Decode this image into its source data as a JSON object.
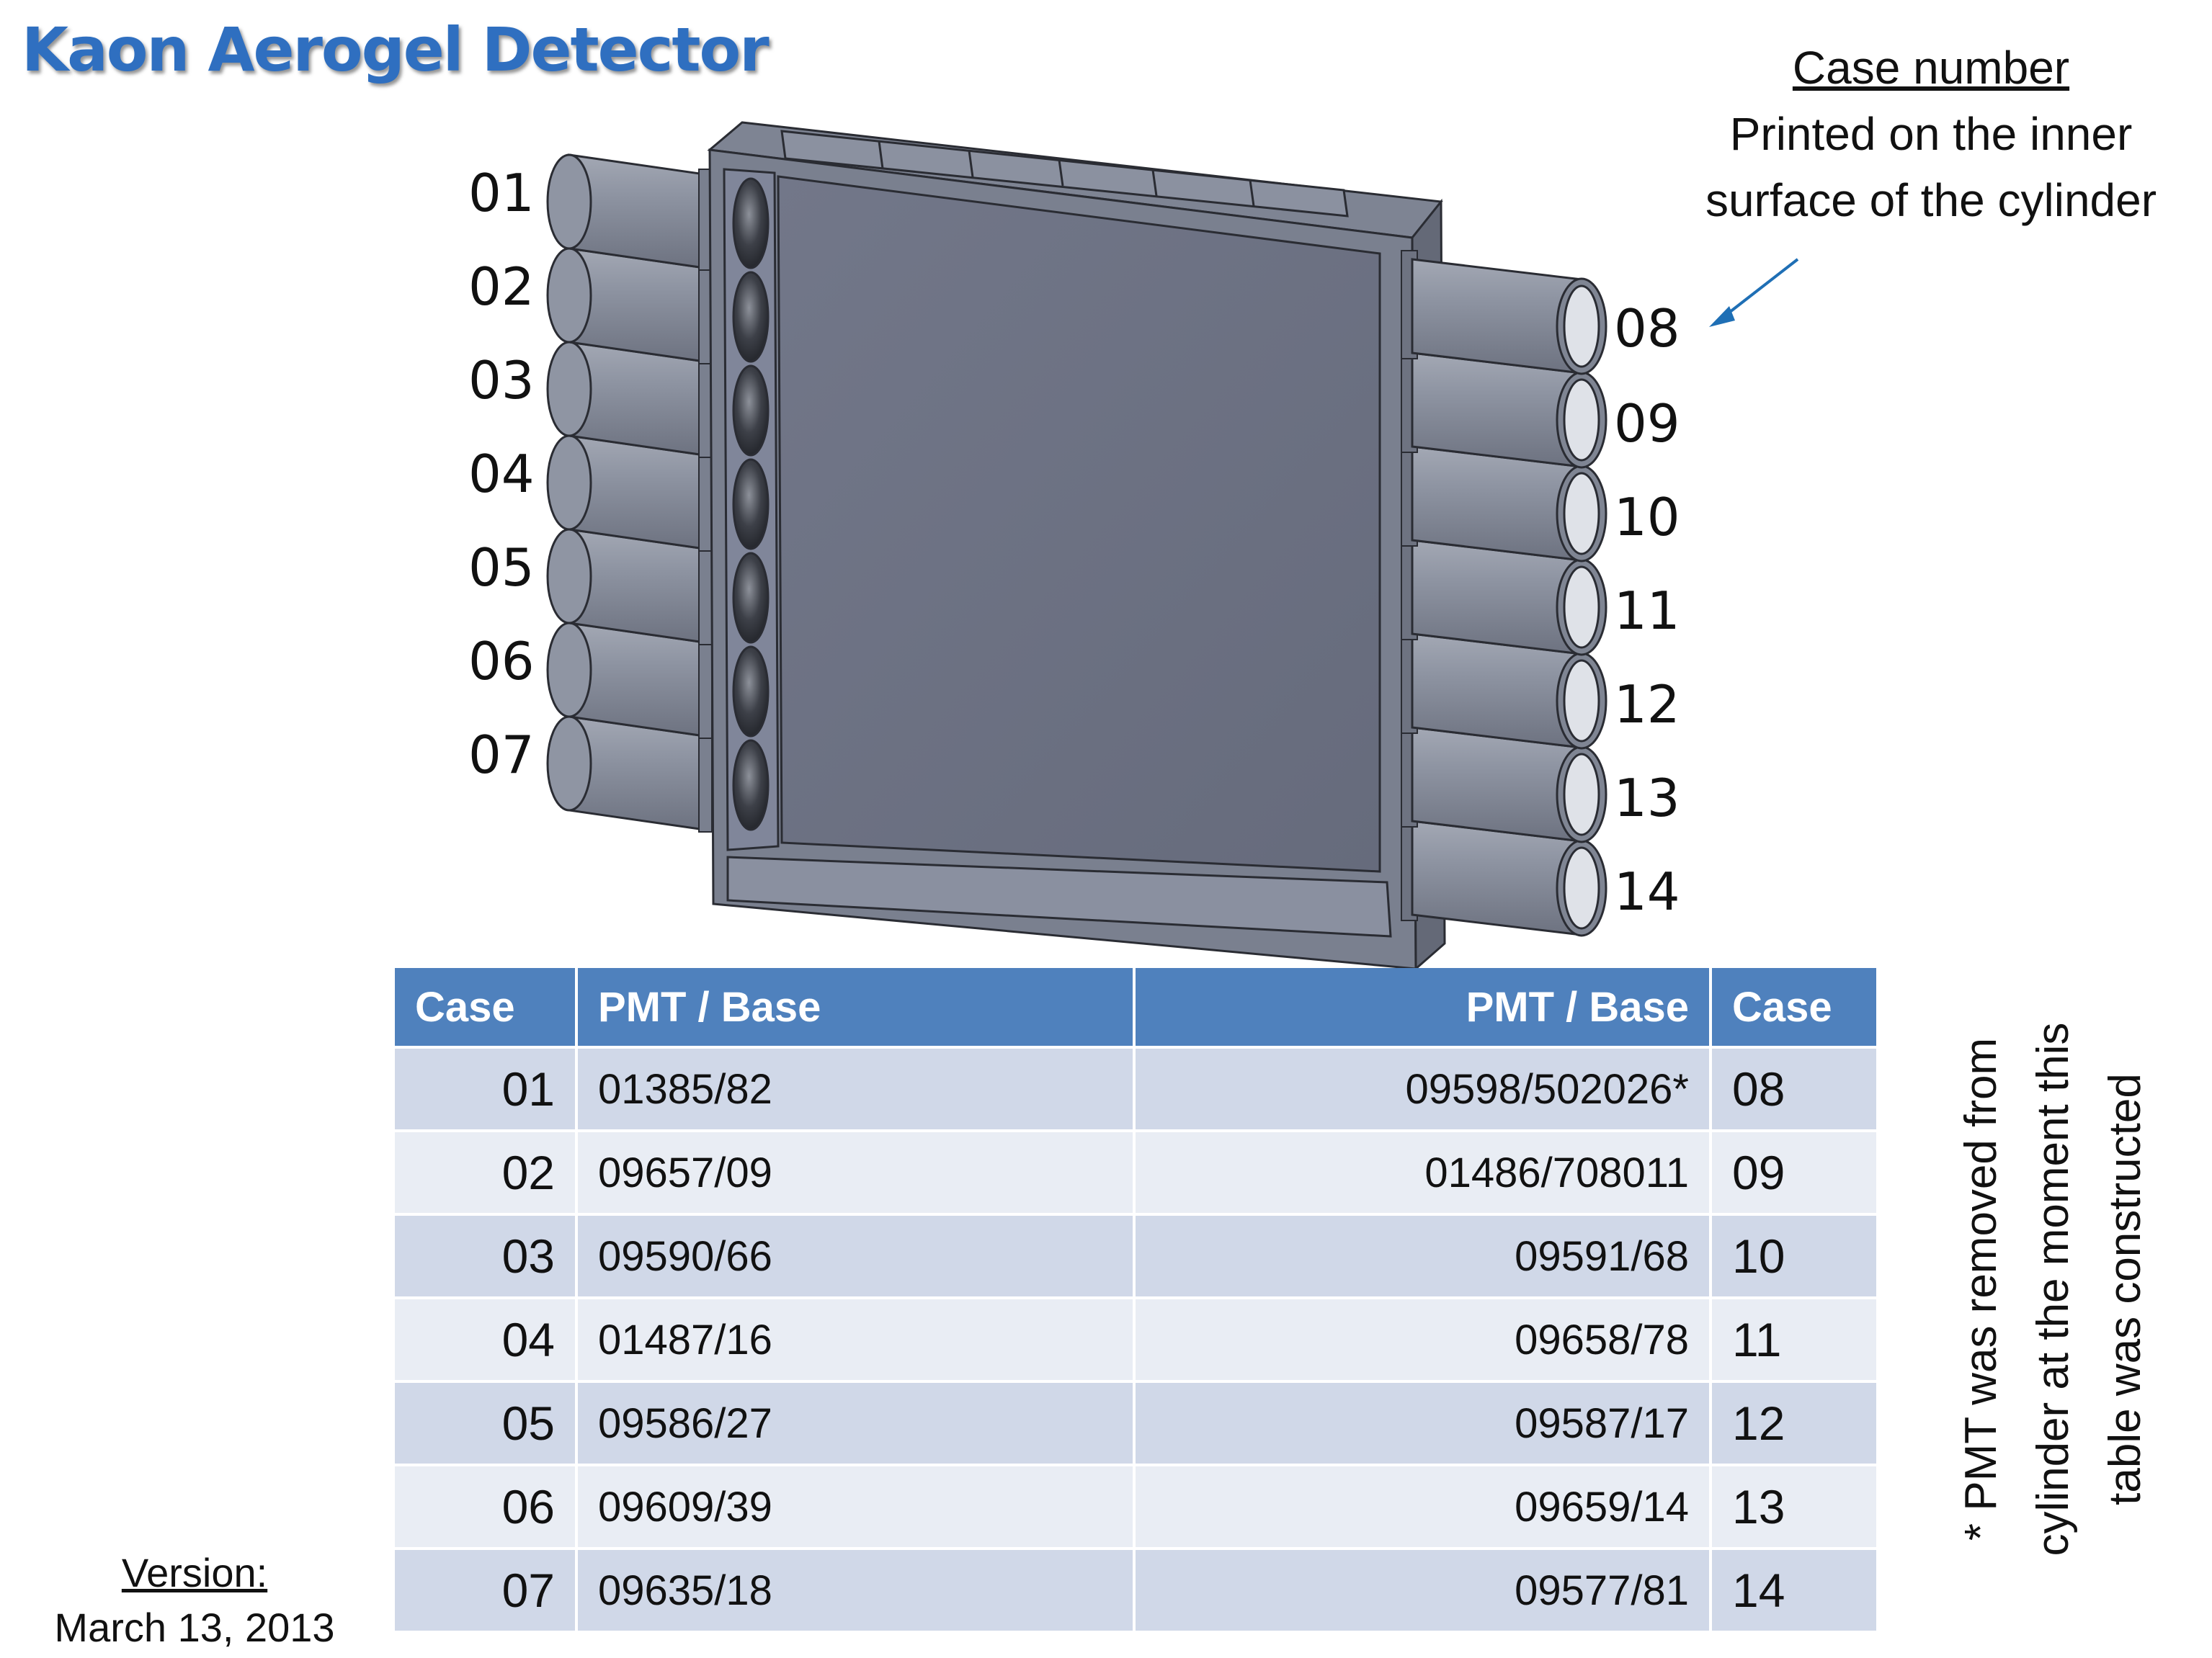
{
  "title": "Kaon Aerogel Detector",
  "note": {
    "heading": "Case number",
    "line1": "Printed on the inner",
    "line2": "surface of the cylinder"
  },
  "left_cases": [
    "01",
    "02",
    "03",
    "04",
    "05",
    "06",
    "07"
  ],
  "right_cases": [
    "08",
    "09",
    "10",
    "11",
    "12",
    "13",
    "14"
  ],
  "table": {
    "headers": {
      "case_left": "Case",
      "pmt_left": "PMT / Base",
      "pmt_right": "PMT / Base",
      "case_right": "Case"
    },
    "rows": [
      {
        "case_l": "01",
        "pmt_l": "01385/82",
        "pmt_r": "09598/502026*",
        "case_r": "08"
      },
      {
        "case_l": "02",
        "pmt_l": "09657/09",
        "pmt_r": "01486/708011",
        "case_r": "09"
      },
      {
        "case_l": "03",
        "pmt_l": "09590/66",
        "pmt_r": "09591/68",
        "case_r": "10"
      },
      {
        "case_l": "04",
        "pmt_l": "01487/16",
        "pmt_r": "09658/78",
        "case_r": "11"
      },
      {
        "case_l": "05",
        "pmt_l": "09586/27",
        "pmt_r": "09587/17",
        "case_r": "12"
      },
      {
        "case_l": "06",
        "pmt_l": "09609/39",
        "pmt_r": "09659/14",
        "case_r": "13"
      },
      {
        "case_l": "07",
        "pmt_l": "09635/18",
        "pmt_r": "09577/81",
        "case_r": "14"
      }
    ]
  },
  "footnote": {
    "line1": "* PMT was removed from",
    "line2": "cylinder at the moment this",
    "line3": "table was constructed"
  },
  "version": {
    "label": "Version:",
    "date": "March 13, 2013"
  },
  "colors": {
    "title": "#2f6fc0",
    "header_bg": "#4f81bd",
    "row_odd": "#d0d8e8",
    "row_even": "#e9edf4",
    "frame": "#7c8290",
    "frame_dark": "#5a606c",
    "panel": "#6e7384",
    "cylinder": "#8a909e",
    "arrow": "#1f6fb5"
  }
}
